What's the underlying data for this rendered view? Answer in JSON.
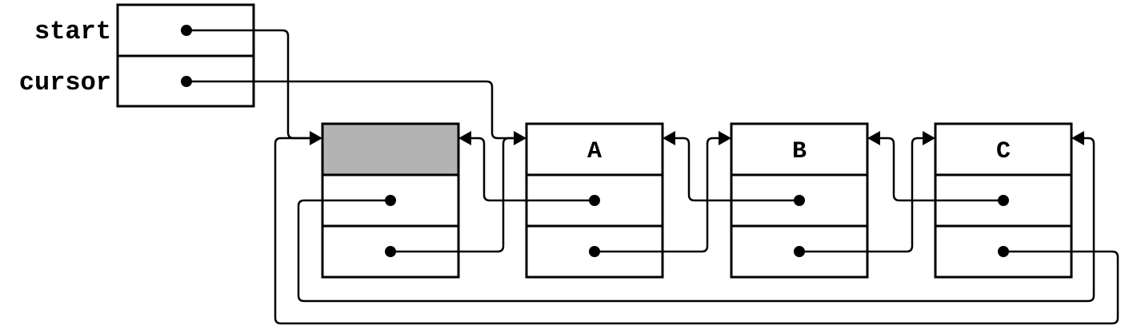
{
  "diagram": {
    "pointers": {
      "start": "start",
      "cursor": "cursor"
    },
    "nodes": [
      {
        "id": "header",
        "label": "",
        "is_header": true
      },
      {
        "id": "node-a",
        "label": "A",
        "is_header": false
      },
      {
        "id": "node-b",
        "label": "B",
        "is_header": false
      },
      {
        "id": "node-c",
        "label": "C",
        "is_header": false
      }
    ],
    "colors": {
      "header_fill": "#b3b3b3",
      "line": "#000000",
      "background": "#ffffff"
    }
  }
}
